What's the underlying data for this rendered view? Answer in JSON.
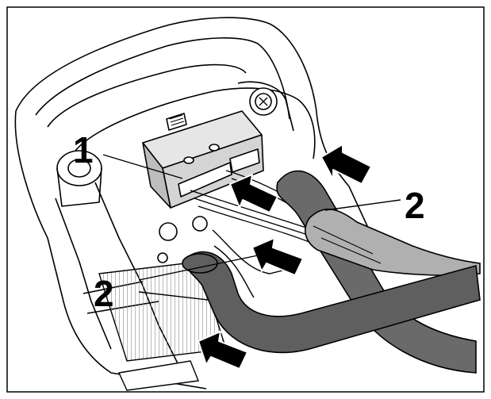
{
  "callouts": {
    "connector": "1",
    "hoses_right": "2",
    "hoses_left": "2"
  },
  "colors": {
    "outline": "#000000",
    "background": "#ffffff",
    "hose_dark": "#5f5f5f",
    "hose_mid": "#8a8a8a",
    "hose_light": "#b5b5b5",
    "arrow_fill": "#000000",
    "connector_fill": "#d9d9d9",
    "grille": "#777777"
  },
  "icons": [
    "push-arrow-icon"
  ]
}
